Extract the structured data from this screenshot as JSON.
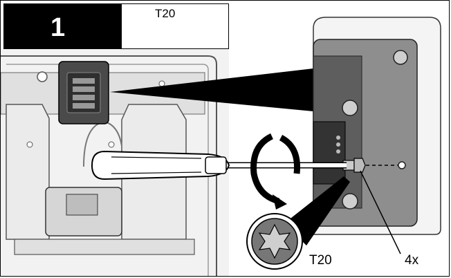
{
  "step": {
    "number": "1"
  },
  "tool": {
    "label": "T20",
    "icon": "torx-screwdriver-icon"
  },
  "callouts": {
    "bit_size": "T20",
    "quantity": "4x"
  },
  "colors": {
    "housing": "#e6e6e6",
    "detail": "#8c8c8c",
    "dark": "#3a3a3a",
    "line": "#000000"
  }
}
